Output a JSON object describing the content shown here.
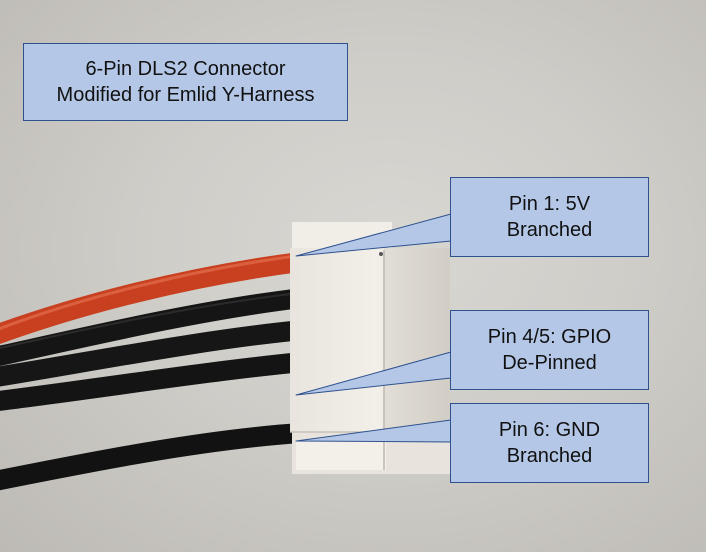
{
  "title": {
    "line1": "6-Pin DLS2 Connector",
    "line2": "Modified for Emlid Y-Harness"
  },
  "callouts": [
    {
      "line1": "Pin 1: 5V",
      "line2": "Branched"
    },
    {
      "line1": "Pin 4/5: GPIO",
      "line2": "De-Pinned"
    },
    {
      "line1": "Pin 6: GND",
      "line2": "Branched"
    }
  ],
  "colors": {
    "callout_fill": "#b4c7e7",
    "callout_border": "#2f528f",
    "wire_red": "#c8401f",
    "wire_black": "#141414",
    "connector_white": "#eeeae3"
  }
}
